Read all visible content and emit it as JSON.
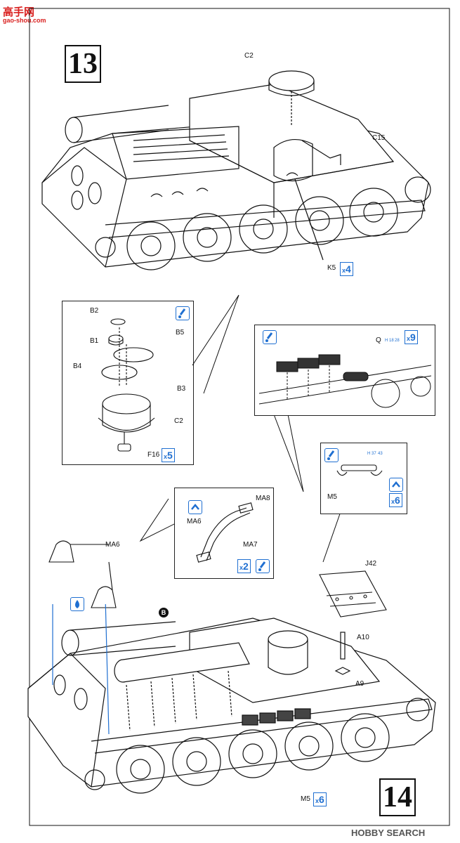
{
  "watermark": {
    "logo_text": "高手网",
    "url": "gao-shou.com"
  },
  "footer": {
    "brand": "HOBBY SEARCH"
  },
  "step13": {
    "number": "13",
    "parts": {
      "c2": "C2",
      "c15": "C15",
      "k5": "K5",
      "k5_qty": "4"
    },
    "inset_hatch": {
      "b2": "B2",
      "b1": "B1",
      "b5": "B5",
      "b4": "B4",
      "b3": "B3",
      "c2": "C2",
      "f16": "F16",
      "f16_qty": "5"
    },
    "inset_tracks": {
      "q": "Q",
      "q_ref1": "H 18",
      "q_ref2": "28",
      "q_qty": "9"
    }
  },
  "step14": {
    "number": "14",
    "parts": {
      "ma6": "MA6",
      "j42": "J42",
      "a10": "A10",
      "a9": "A9",
      "m5": "M5",
      "m5_qty": "6",
      "marker_b": "B"
    },
    "inset_bracket": {
      "ma8": "MA8",
      "ma6": "MA6",
      "ma7": "MA7",
      "qty": "2"
    },
    "inset_m5": {
      "m5": "M5",
      "ref1": "H 37",
      "ref2": "43",
      "qty": "6"
    }
  },
  "colors": {
    "accent": "#1f6fd1",
    "line": "#111111",
    "watermark_red": "#d9201f"
  },
  "icons": [
    "glue-icon",
    "cement-drop-icon",
    "flip-icon"
  ]
}
